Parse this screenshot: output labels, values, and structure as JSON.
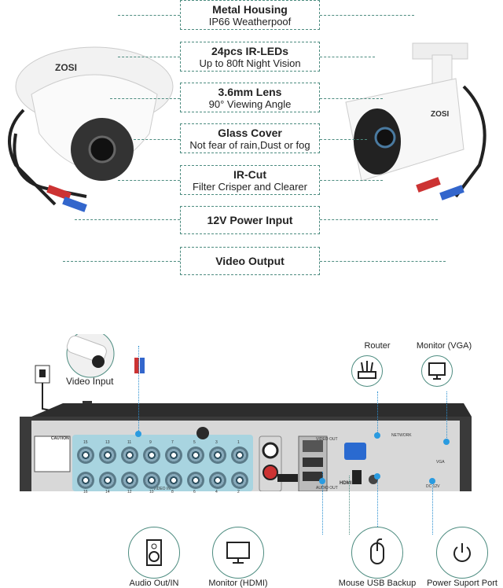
{
  "features": [
    {
      "title": "Metal Housing",
      "subtitle": "IP66 Weatherpoof"
    },
    {
      "title": "24pcs IR-LEDs",
      "subtitle": "Up to 80ft Night Vision"
    },
    {
      "title": "3.6mm Lens",
      "subtitle": "90° Viewing Angle"
    },
    {
      "title": "Glass Cover",
      "subtitle": "Not fear of rain,Dust or fog"
    },
    {
      "title": "IR-Cut",
      "subtitle": "Filter Crisper and Clearer"
    },
    {
      "title": "12V  Power Input",
      "subtitle": ""
    },
    {
      "title": "Video Output",
      "subtitle": ""
    }
  ],
  "camera_brand": "ZOSI",
  "connections": {
    "video_input": "Video Input",
    "router": "Router",
    "monitor_vga": "Monitor (VGA)",
    "audio": "Audio Out/IN",
    "monitor_hdmi": "Monitor (HDMI)",
    "usb": "Mouse USB Backup",
    "power": "Power Suport Port"
  },
  "panel": {
    "caution": "CAUTION",
    "video_in": "VIDEO IN",
    "video_out": "VIDEO OUT",
    "audio_out": "AUDIO OUT",
    "hdmi": "HDMI",
    "network": "NETWORK",
    "vga": "VGA",
    "dc": "DC 12V",
    "ports_top": [
      "15",
      "13",
      "11",
      "9",
      "7",
      "5",
      "3",
      "1"
    ],
    "ports_bottom": [
      "16",
      "14",
      "12",
      "10",
      "8",
      "6",
      "4",
      "2"
    ]
  },
  "colors": {
    "accent": "#4d8c80",
    "connector": "#2a9be0",
    "panel": "#a8d4e0"
  }
}
